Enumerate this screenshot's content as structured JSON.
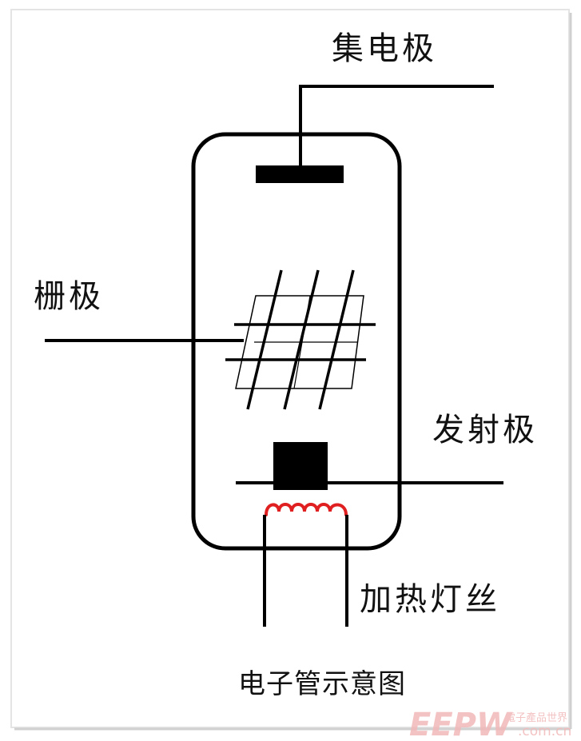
{
  "labels": {
    "collector": "集电极",
    "grid": "栅极",
    "emitter": "发射极",
    "heater": "加热灯丝"
  },
  "caption": "电子管示意图",
  "watermark": {
    "brand": "EEPW",
    "cn_name": "電子產品世界",
    "domain": ".com.cn"
  },
  "colors": {
    "line": "#000000",
    "heater_coil": "#e02020",
    "watermark": "#f2b8b8",
    "frame": "#d8d8d8"
  }
}
